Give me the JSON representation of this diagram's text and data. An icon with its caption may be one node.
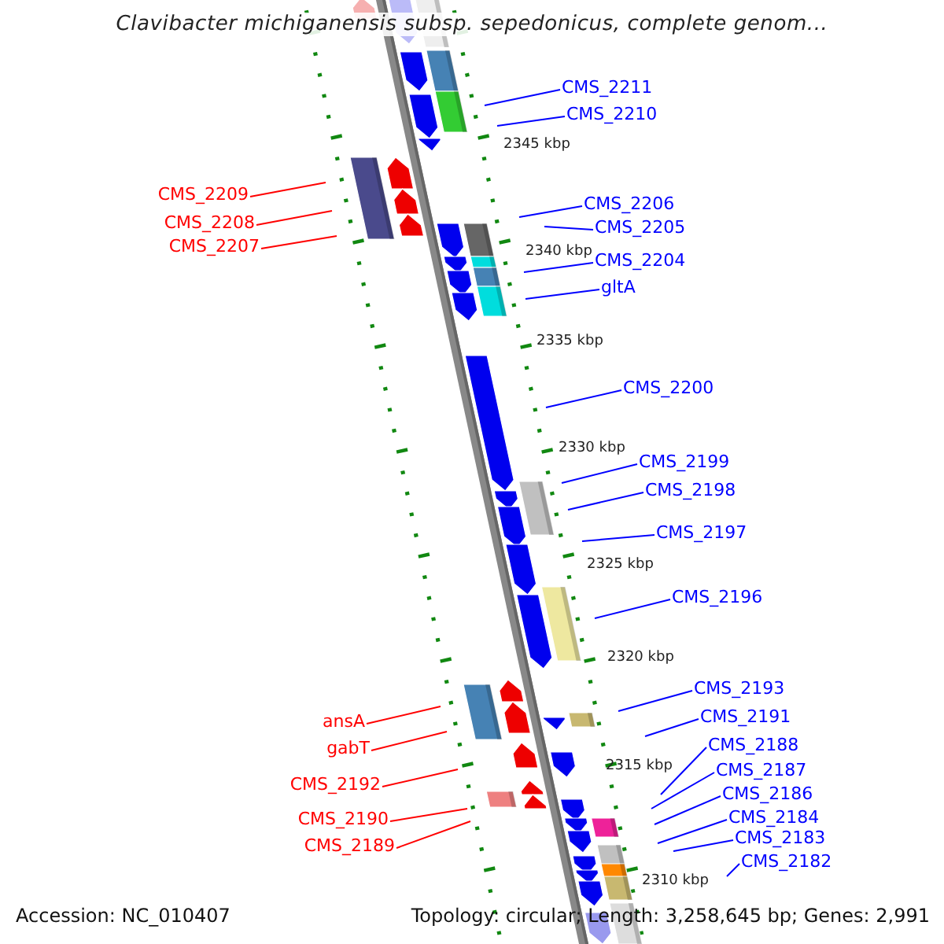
{
  "diagram": {
    "title": "Clavibacter michiganensis subsp. sepedonicus, complete genom...",
    "nodes": [
      {
        "text": [
          "CMS_2211"
        ]
      },
      {
        "text": [
          "CMS_2210"
        ]
      },
      {
        "text": [
          "CMS_2209"
        ]
      },
      {
        "text": [
          "CMS_2206"
        ]
      },
      {
        "text": [
          "CMS_2208"
        ]
      },
      {
        "text": [
          "CMS_2205"
        ]
      },
      {
        "text": [
          "CMS_2207"
        ]
      },
      {
        "text": [
          "CMS_2204"
        ]
      },
      {
        "text": [
          "gltA"
        ]
      },
      {
        "text": [
          "CMS_2200"
        ]
      },
      {
        "text": [
          "CMS_2199"
        ]
      },
      {
        "text": [
          "CMS_2198"
        ]
      },
      {
        "text": [
          "CMS_2197"
        ]
      },
      {
        "text": [
          "CMS_2196"
        ]
      },
      {
        "text": [
          "CMS_2193"
        ]
      },
      {
        "text": [
          "CMS_2191"
        ]
      },
      {
        "text": [
          "ansA"
        ]
      },
      {
        "text": [
          "CMS_2188"
        ]
      },
      {
        "text": [
          "gabT"
        ]
      },
      {
        "text": [
          "CMS_2187"
        ]
      },
      {
        "text": [
          "CMS_2192"
        ]
      },
      {
        "text": [
          "CMS_2186"
        ]
      },
      {
        "text": [
          "CMS_2184"
        ]
      },
      {
        "text": [
          "CMS_2190"
        ]
      },
      {
        "text": [
          "CMS_2183"
        ]
      },
      {
        "text": [
          "CMS_2189"
        ]
      },
      {
        "text": [
          "CMS_2182"
        ]
      }
    ],
    "edges": [
      {
        "from": 0,
        "to": null,
        "arrow": "none"
      },
      {
        "from": 1,
        "to": null,
        "arrow": "none"
      },
      {
        "from": 2,
        "to": null,
        "arrow": "none",
        "color": "#ff0000"
      },
      {
        "from": 3,
        "to": null,
        "arrow": "none"
      },
      {
        "from": 4,
        "to": null,
        "arrow": "none",
        "color": "#ff0000"
      },
      {
        "from": 5,
        "to": null,
        "arrow": "none"
      },
      {
        "from": 6,
        "to": null,
        "arrow": "none",
        "color": "#ff0000"
      },
      {
        "from": 7,
        "to": null,
        "arrow": "none"
      },
      {
        "from": 8,
        "to": null,
        "arrow": "none"
      },
      {
        "from": 9,
        "to": null,
        "arrow": "none"
      },
      {
        "from": 10,
        "to": null,
        "arrow": "none"
      },
      {
        "from": 11,
        "to": null,
        "arrow": "none"
      },
      {
        "from": 12,
        "to": null,
        "arrow": "none"
      },
      {
        "from": 13,
        "to": null,
        "arrow": "none"
      },
      {
        "from": 14,
        "to": null,
        "arrow": "none"
      },
      {
        "from": 15,
        "to": null,
        "arrow": "none"
      },
      {
        "from": 16,
        "to": null,
        "arrow": "none",
        "color": "#ff0000"
      },
      {
        "from": 17,
        "to": null,
        "arrow": "none"
      },
      {
        "from": 18,
        "to": null,
        "arrow": "none",
        "color": "#ff0000"
      },
      {
        "from": 19,
        "to": null,
        "arrow": "none"
      },
      {
        "from": 20,
        "to": null,
        "arrow": "none",
        "color": "#ff0000"
      },
      {
        "from": 21,
        "to": null,
        "arrow": "none"
      },
      {
        "from": 22,
        "to": null,
        "arrow": "none"
      },
      {
        "from": 23,
        "to": null,
        "arrow": "none",
        "color": "#ff0000"
      },
      {
        "from": 24,
        "to": null,
        "arrow": "none"
      },
      {
        "from": 25,
        "to": null,
        "arrow": "none",
        "color": "#ff0000"
      },
      {
        "from": 26,
        "to": null,
        "arrow": "none"
      }
    ],
    "labels": [
      "2345 kbp",
      "2340 kbp",
      "2335 kbp",
      "2330 kbp",
      "2325 kbp",
      "2320 kbp",
      "2315 kbp",
      "2310 kbp",
      "Accession: NC_010407",
      "Topology: circular; Length: 3,258,645 bp; Genes: 2,991"
    ]
  }
}
